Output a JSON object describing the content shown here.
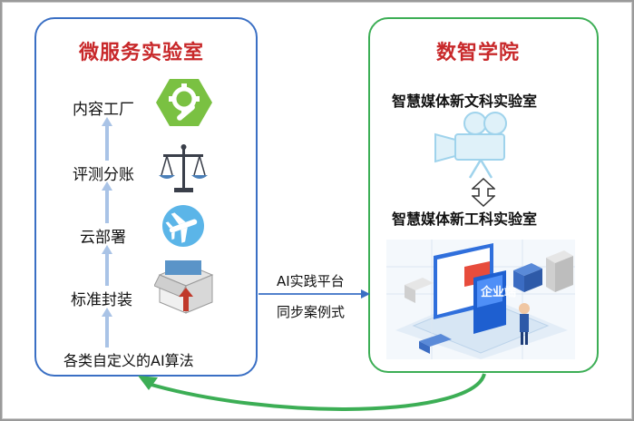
{
  "left_panel": {
    "title": "微服务实验室",
    "steps": [
      "内容工厂",
      "评测分账",
      "云部署",
      "标准封装",
      "各类自定义的AI算法"
    ]
  },
  "right_panel": {
    "title": "数智学院",
    "lab1": "智慧媒体新文科实验室",
    "lab2": "智慧媒体新工科实验室",
    "platform_badge": "企业端"
  },
  "connector": {
    "top_label": "AI实践平台",
    "bottom_label": "同步案例式"
  },
  "icons": [
    "gear-wrench-icon",
    "scales-icon",
    "airplane-icon",
    "box-icon",
    "video-camera-icon",
    "double-arrow-icon",
    "isometric-platform-illustration"
  ],
  "colors": {
    "left_border": "#3a6fc4",
    "right_border": "#3cae55",
    "title_red": "#c8282a",
    "arrow_blue": "#a9c3e6",
    "loop_green": "#3cae55"
  }
}
